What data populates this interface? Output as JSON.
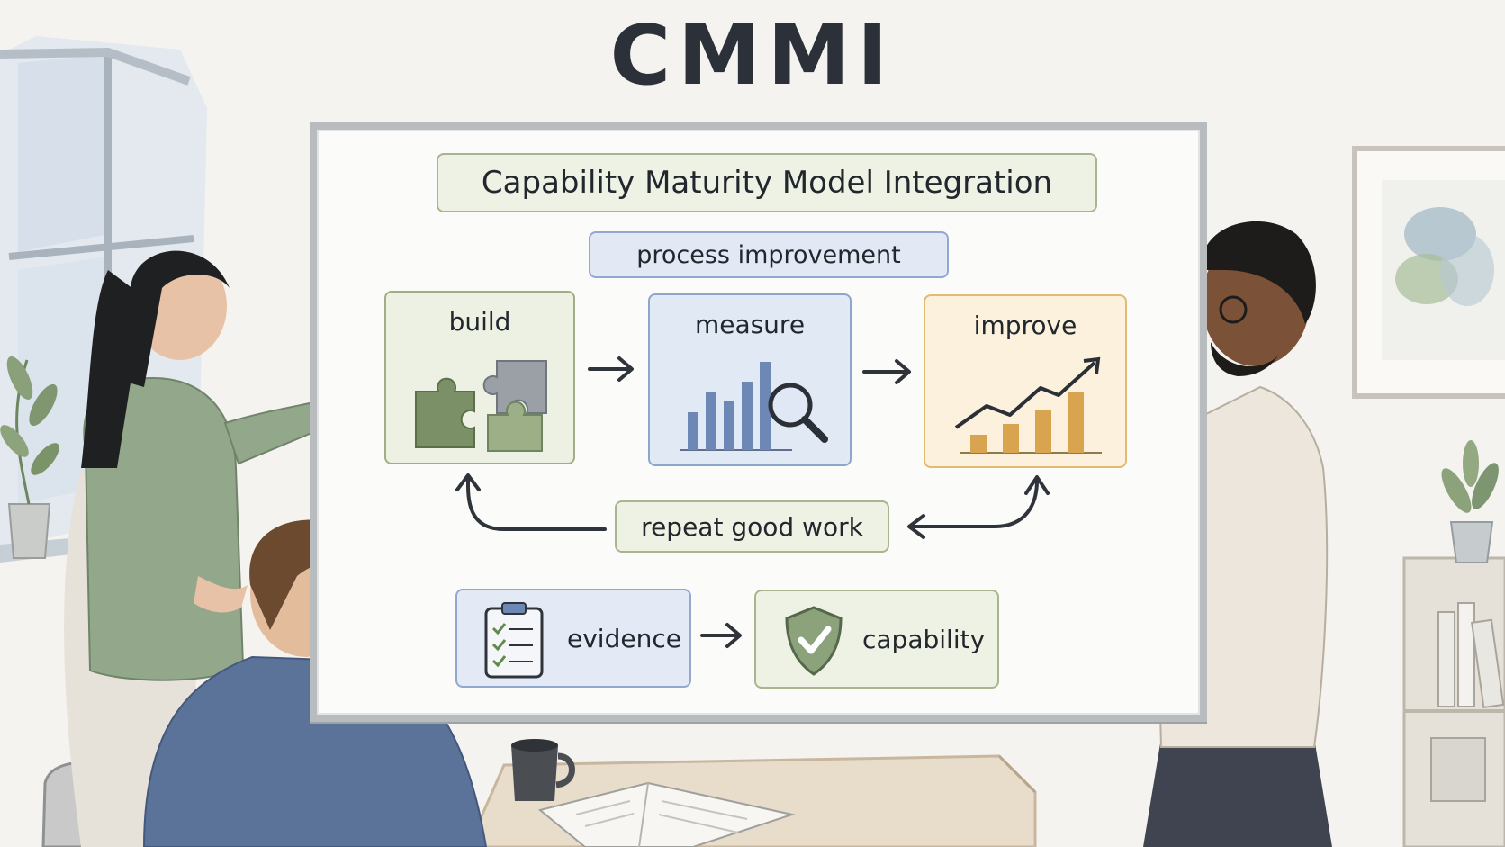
{
  "title": "CMMI",
  "subtitle": "Capability Maturity Model Integration",
  "focus": "process improvement",
  "cycle": {
    "steps": [
      {
        "label": "build",
        "icon": "puzzle-icon"
      },
      {
        "label": "measure",
        "icon": "bar-chart-magnifier-icon"
      },
      {
        "label": "improve",
        "icon": "rising-chart-icon"
      }
    ],
    "loop_label": "repeat good work"
  },
  "outcomes": [
    {
      "label": "evidence",
      "icon": "checklist-clipboard-icon"
    },
    {
      "label": "capability",
      "icon": "shield-check-icon"
    }
  ],
  "tablet_label": "evidence",
  "colors": {
    "green_accent": "#9fae84",
    "blue_accent": "#8fa6cc",
    "orange_accent": "#e0bb73",
    "ink": "#2c3038"
  }
}
